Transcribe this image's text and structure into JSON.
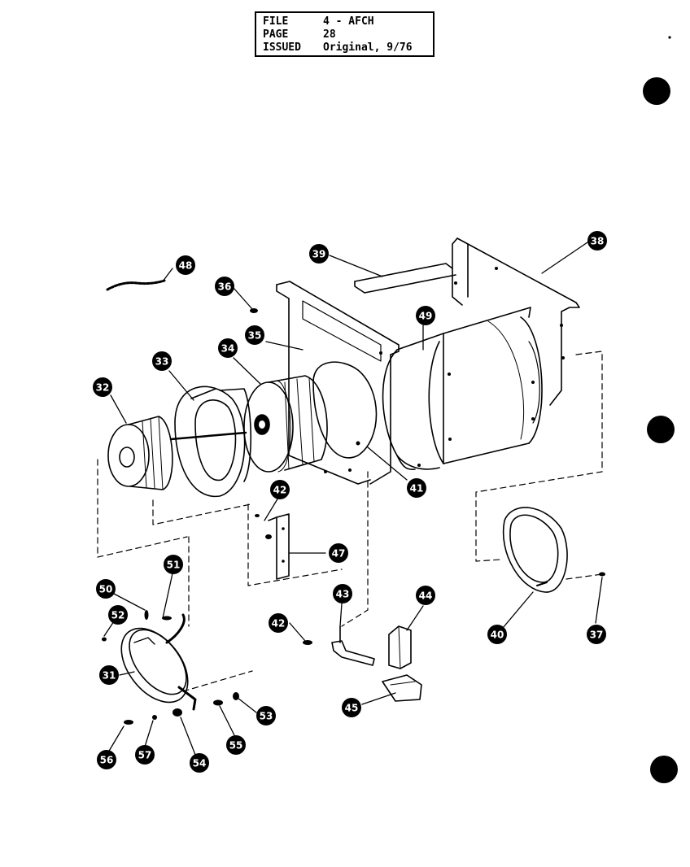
{
  "header": {
    "rows": [
      {
        "label": "FILE",
        "value": "4 - AFCH"
      },
      {
        "label": "PAGE",
        "value": "28"
      },
      {
        "label": "ISSUED",
        "value": "Original, 9/76"
      }
    ]
  },
  "callouts": [
    {
      "id": "48"
    },
    {
      "id": "36"
    },
    {
      "id": "39"
    },
    {
      "id": "38"
    },
    {
      "id": "49"
    },
    {
      "id": "35"
    },
    {
      "id": "34"
    },
    {
      "id": "33"
    },
    {
      "id": "32"
    },
    {
      "id": "41"
    },
    {
      "id": "42"
    },
    {
      "id": "47"
    },
    {
      "id": "51"
    },
    {
      "id": "50"
    },
    {
      "id": "52"
    },
    {
      "id": "43"
    },
    {
      "id": "44"
    },
    {
      "id": "42"
    },
    {
      "id": "40"
    },
    {
      "id": "37"
    },
    {
      "id": "31"
    },
    {
      "id": "53"
    },
    {
      "id": "45"
    },
    {
      "id": "56"
    },
    {
      "id": "57"
    },
    {
      "id": "54"
    },
    {
      "id": "55"
    }
  ],
  "colors": {
    "ink": "#000000",
    "paper": "#ffffff"
  }
}
